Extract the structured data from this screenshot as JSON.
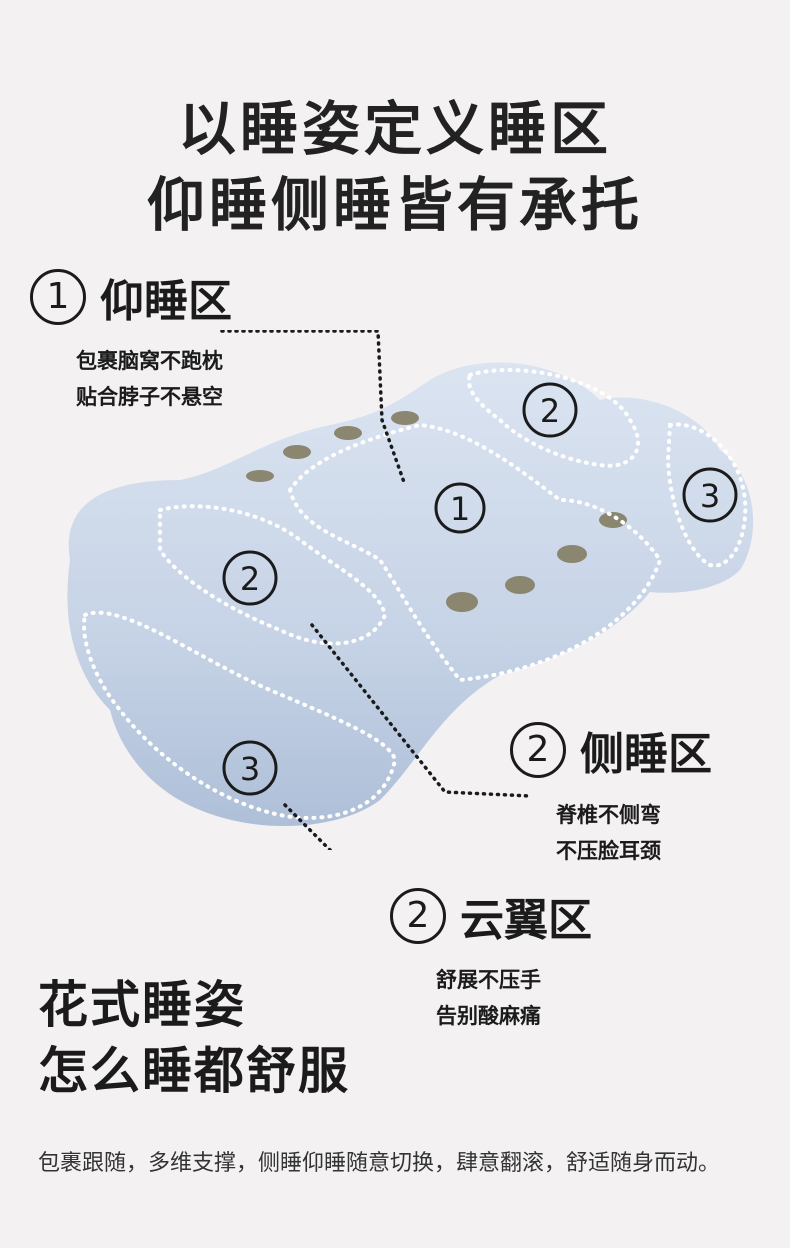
{
  "headline": {
    "line1": "以睡姿定义睡区",
    "line2": "仰睡侧睡皆有承托"
  },
  "zones": [
    {
      "num": "1",
      "title": "仰睡区",
      "desc1": "包裹脑窝不跑枕",
      "desc2": "贴合脖子不悬空"
    },
    {
      "num": "2",
      "title": "侧睡区",
      "desc1": "脊椎不侧弯",
      "desc2": "不压脸耳颈"
    },
    {
      "num": "2",
      "title": "云翼区",
      "desc1": "舒展不压手",
      "desc2": "告别酸麻痛"
    }
  ],
  "pillow_markers": [
    "1",
    "2",
    "2",
    "3",
    "3"
  ],
  "slogan": {
    "line1": "花式睡姿",
    "line2": "怎么睡都舒服"
  },
  "body_text": "包裹跟随，多维支撑，侧睡仰睡随意切换，肆意翻滚，舒适随身而动。",
  "colors": {
    "background": "#f3f1f2",
    "pillow": "#c9d6e8",
    "text": "#1b1b1b"
  }
}
